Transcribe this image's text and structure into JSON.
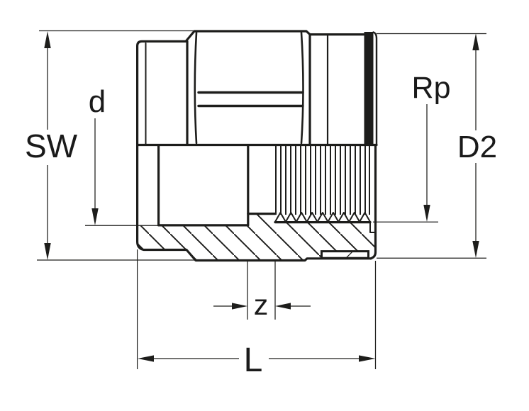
{
  "drawing": {
    "kind": "technical-dimension-drawing",
    "subject": "threaded socket fitting, half section view"
  },
  "dimensions": {
    "sw": {
      "label": "SW"
    },
    "d": {
      "label": "d"
    },
    "rp": {
      "label": "Rp"
    },
    "d2": {
      "label": "D2"
    },
    "z": {
      "label": "z"
    },
    "l": {
      "label": "L"
    }
  },
  "colors": {
    "line": "#1d1d1b",
    "background": "#ffffff"
  }
}
